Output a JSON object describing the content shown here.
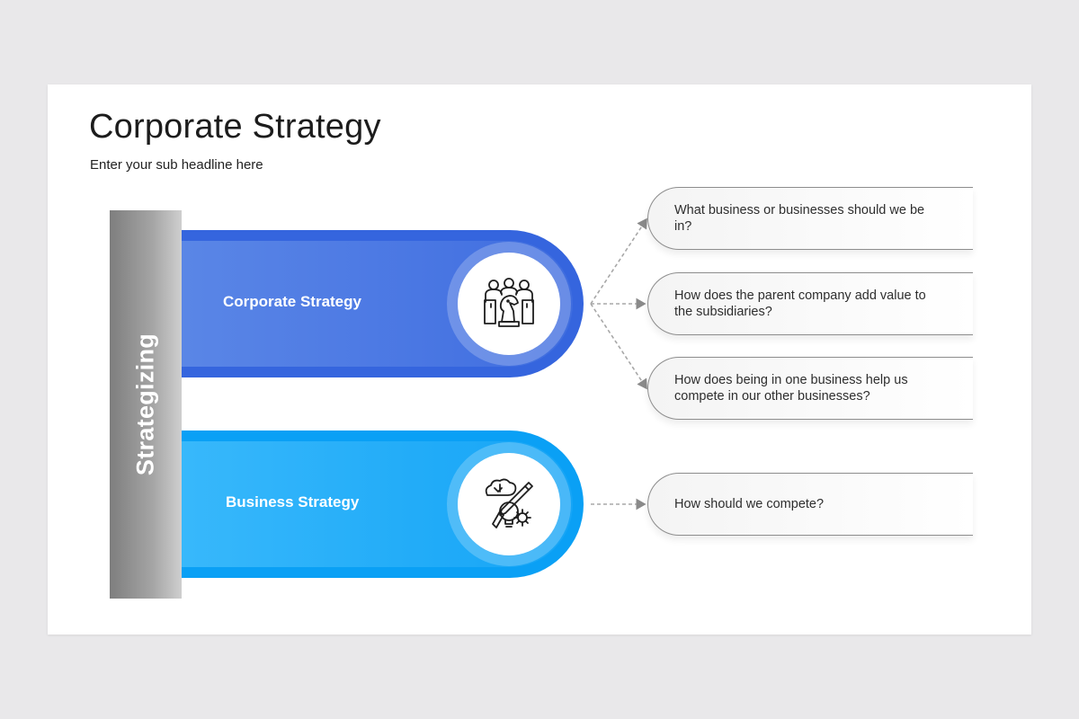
{
  "slide": {
    "title": "Corporate Strategy",
    "subtitle": "Enter your sub headline here"
  },
  "sidebar": {
    "label": "Strategizing"
  },
  "bands": [
    {
      "label": "Corporate Strategy",
      "icon": "team-chess-knight-icon",
      "color": "#3565de"
    },
    {
      "label": "Business Strategy",
      "icon": "idea-pencil-gear-icon",
      "color": "#0aa0f5"
    }
  ],
  "questions": [
    {
      "text": "What business or businesses should we be in?"
    },
    {
      "text": "How does the parent company add value to the subsidiaries?"
    },
    {
      "text": "How does being in one business help us compete in our other businesses?"
    },
    {
      "text": "How should we compete?"
    }
  ]
}
